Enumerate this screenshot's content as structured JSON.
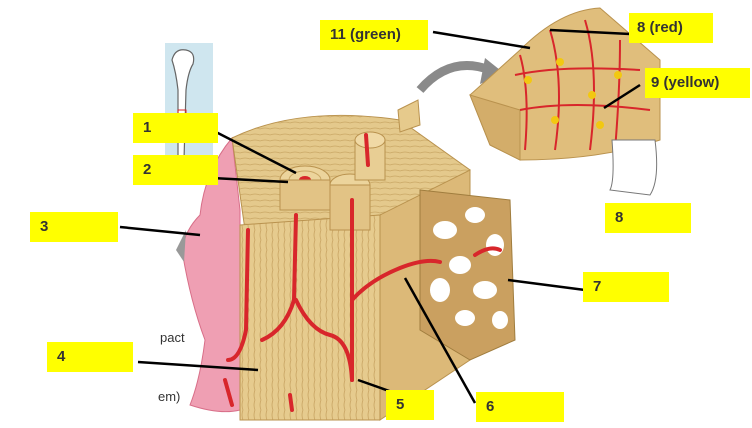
{
  "labels": {
    "l1": "1",
    "l2": "2",
    "l3": "3",
    "l4": "4",
    "l5": "5",
    "l6": "6",
    "l7": "7",
    "l8": "8",
    "l8red": "8 (red)",
    "l9yellow": "9 (yellow)",
    "l11green": "11 (green)"
  },
  "fragments": {
    "compact": "pact",
    "stem": "em)"
  },
  "colors": {
    "label_bg": "#ffff00",
    "bone": "#e2c385",
    "bone_dark": "#b9924e",
    "vessel": "#d8262b",
    "periosteum": "#e58aa0",
    "inset_bg": "#cfe6ef"
  }
}
